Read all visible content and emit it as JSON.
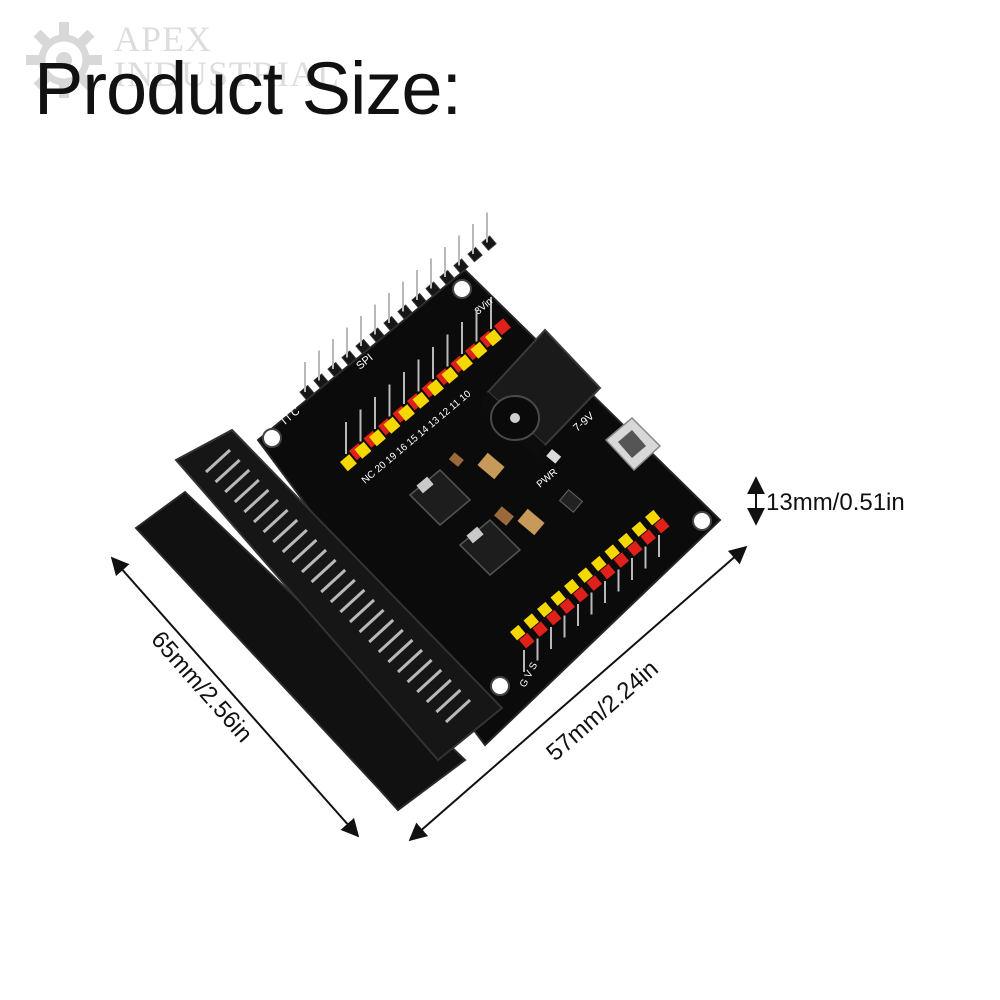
{
  "title": "Product Size:",
  "watermark": {
    "line1": "APEX",
    "line2": "INDUSTRIAL",
    "icon": "gear-icon"
  },
  "dimensions": {
    "height": "13mm/0.51in",
    "length": "65mm/2.56in",
    "width": "57mm/2.24in"
  },
  "board": {
    "silk_io": "I I C",
    "silk_spi": "SPI",
    "silk_power": "7-9V",
    "silk_pwr": "PWR",
    "silk_vin": "3Vin",
    "silk_pins_top": "NC 20 19 16 15 14 13 12 11 10",
    "silk_gvs": "G V S",
    "colors": {
      "pcb": "#0a0a0a",
      "header_yellow": "#f5d800",
      "header_red": "#e0201a",
      "pin_metal": "#b9b9b9"
    }
  }
}
